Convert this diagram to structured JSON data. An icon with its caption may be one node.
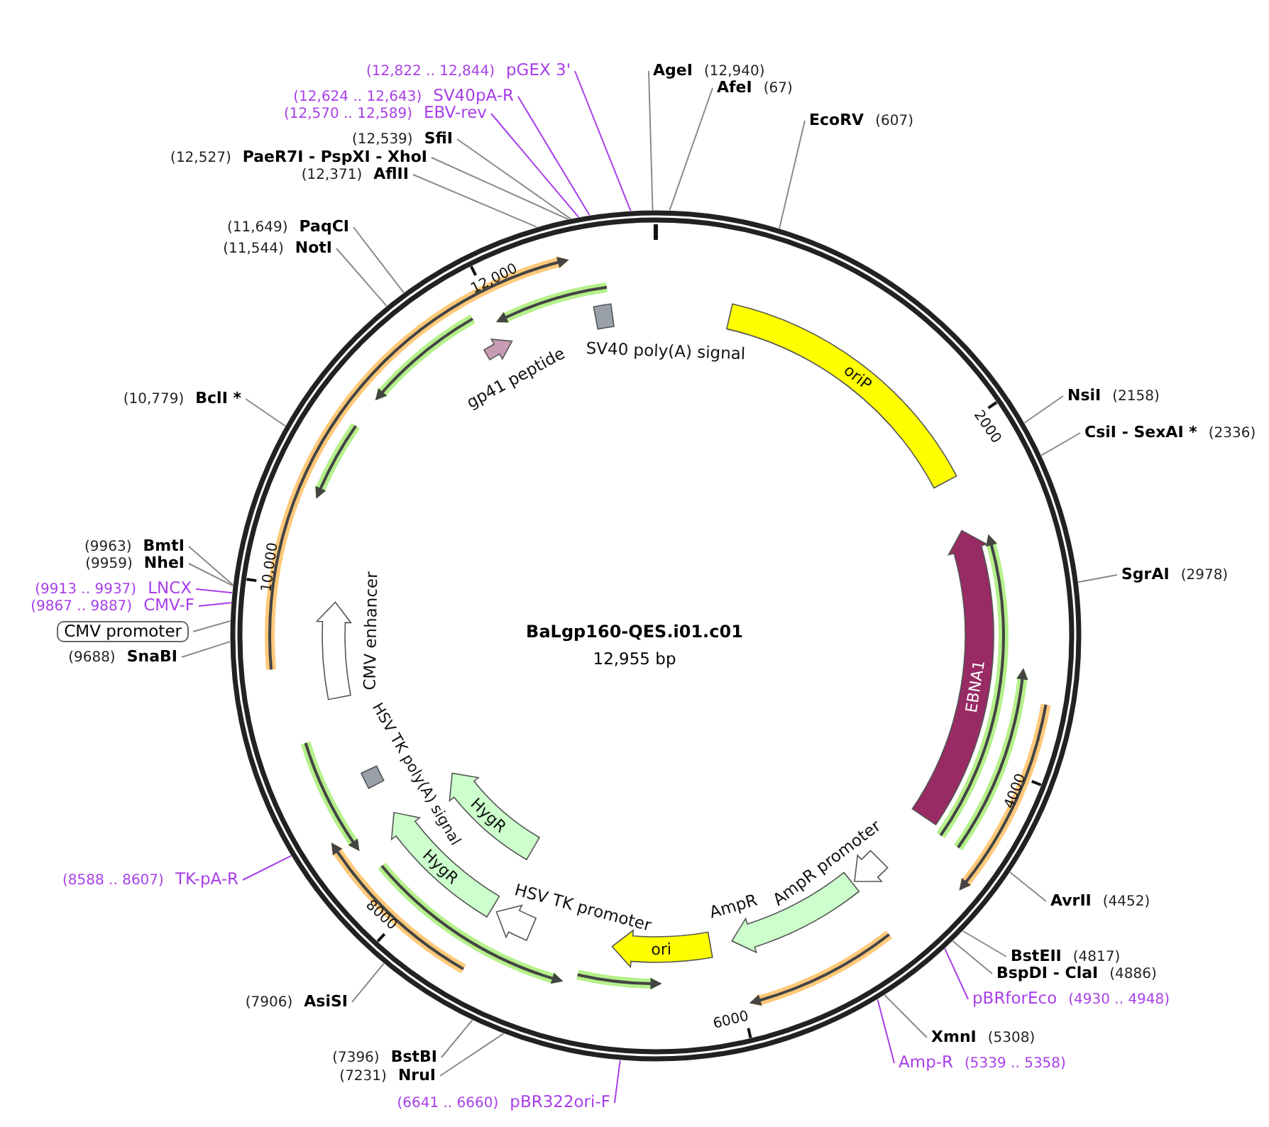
{
  "diagram": {
    "title": "BaLgp160-QES.i01.c01",
    "caption": "12,955 bp",
    "nodes": [
      {
        "text": [],
        "shape": "circle"
      },
      {
        "text": [
          "(12,822 .. 12,844)",
          "pGEX 3'"
        ]
      },
      {
        "text": [
          "AgeI",
          "(12,940)"
        ]
      },
      {
        "text": [
          "AfeI",
          "(67)"
        ]
      },
      {
        "text": [
          "(12,624 .. 12,643)",
          "SV40pA-R"
        ]
      },
      {
        "text": [
          "(12,570 .. 12,589)",
          "EBV-rev"
        ]
      },
      {
        "text": [
          "EcoRV",
          "(607)"
        ]
      },
      {
        "text": [
          "(12,539)",
          "SfiI"
        ]
      },
      {
        "text": [
          "(12,527)",
          "PaeR7I - PspXI - XhoI"
        ]
      },
      {
        "text": [
          "(12,371)",
          "AflII"
        ]
      },
      {
        "text": [
          "(11,649)",
          "PaqCI"
        ]
      },
      {
        "text": [
          "(11,544)",
          "NotI"
        ]
      },
      {
        "text": [
          "NsiI",
          "(2158)"
        ]
      },
      {
        "text": [
          "CsiI - SexAI *",
          "(2336)"
        ]
      },
      {
        "text": [
          "(10,779)",
          "BclI *"
        ]
      },
      {
        "text": [
          "(9963)",
          "BmtI"
        ]
      },
      {
        "text": [
          "(9959)",
          "NheI"
        ]
      },
      {
        "text": [
          "SgrAI",
          "(2978)"
        ]
      },
      {
        "text": [
          "(9913 .. 9937)",
          "LNCX"
        ]
      },
      {
        "text": [
          "(9867 .. 9887)",
          "CMV-F"
        ]
      },
      {
        "text": [
          "CMV promoter"
        ]
      },
      {
        "text": [
          "(9688)",
          "SnaBI"
        ]
      },
      {
        "text": [
          "(8588 .. 8607)",
          "TK-pA-R"
        ]
      },
      {
        "text": [
          "AvrII",
          "(4452)"
        ]
      },
      {
        "text": [
          "BstEII",
          "(4817)"
        ]
      },
      {
        "text": [
          "BspDI - ClaI",
          "(4886)"
        ]
      },
      {
        "text": [
          "pBRforEco",
          "(4930 .. 4948)"
        ]
      },
      {
        "text": [
          "(7906)",
          "AsiSI"
        ]
      },
      {
        "text": [
          "XmnI",
          "(5308)"
        ]
      },
      {
        "text": [
          "Amp-R",
          "(5339 .. 5358)"
        ]
      },
      {
        "text": [
          "(7396)",
          "BstBI"
        ]
      },
      {
        "text": [
          "(7231)",
          "NruI"
        ]
      },
      {
        "text": [
          "(6641 .. 6660)",
          "pBR322ori-F"
        ]
      },
      {
        "text": [
          "SV40 poly(A) signal"
        ],
        "in": 0
      },
      {
        "text": [
          "oriP"
        ],
        "in": 0
      },
      {
        "text": [
          "gp41 peptide"
        ],
        "in": 0
      },
      {
        "text": [
          "EBNA1"
        ],
        "in": 0
      },
      {
        "text": [
          "CMV enhancer"
        ],
        "in": 0
      },
      {
        "text": [
          "HSV TK poly(A) signal"
        ],
        "in": 0
      },
      {
        "text": [
          "HygR"
        ],
        "in": 0
      },
      {
        "text": [
          "HygR"
        ],
        "in": 0
      },
      {
        "text": [
          "AmpR promoter"
        ],
        "in": 0
      },
      {
        "text": [
          "AmpR"
        ],
        "in": 0
      },
      {
        "text": [
          "HSV TK promoter"
        ],
        "in": 0
      },
      {
        "text": [
          "ori"
        ],
        "in": 0
      }
    ],
    "edges": [
      {
        "from": 1,
        "to": 0,
        "arrow": "none",
        "color": "#a83ee8"
      },
      {
        "from": 2,
        "to": 0,
        "arrow": "none"
      },
      {
        "from": 3,
        "to": 0,
        "arrow": "none"
      },
      {
        "from": 4,
        "to": 0,
        "arrow": "none",
        "color": "#a83ee8"
      },
      {
        "from": 5,
        "to": 0,
        "arrow": "none",
        "color": "#a83ee8"
      },
      {
        "from": 6,
        "to": 0,
        "arrow": "none"
      },
      {
        "from": 7,
        "to": 0,
        "arrow": "none"
      },
      {
        "from": 8,
        "to": 0,
        "arrow": "none"
      },
      {
        "from": 9,
        "to": 0,
        "arrow": "none"
      },
      {
        "from": 10,
        "to": 0,
        "arrow": "none"
      },
      {
        "from": 11,
        "to": 0,
        "arrow": "none"
      },
      {
        "from": 12,
        "to": 0,
        "arrow": "none"
      },
      {
        "from": 13,
        "to": 0,
        "arrow": "none"
      },
      {
        "from": 14,
        "to": 0,
        "arrow": "none"
      },
      {
        "from": 15,
        "to": 0,
        "arrow": "none"
      },
      {
        "from": 16,
        "to": 0,
        "arrow": "none"
      },
      {
        "from": 17,
        "to": 0,
        "arrow": "none"
      },
      {
        "from": 18,
        "to": 0,
        "arrow": "none",
        "color": "#a83ee8"
      },
      {
        "from": 19,
        "to": 0,
        "arrow": "none",
        "color": "#a83ee8"
      },
      {
        "from": 20,
        "to": 0,
        "arrow": "none"
      },
      {
        "from": 21,
        "to": 0,
        "arrow": "none"
      },
      {
        "from": 22,
        "to": 0,
        "arrow": "none",
        "color": "#a83ee8"
      },
      {
        "from": 23,
        "to": 0,
        "arrow": "none"
      },
      {
        "from": 24,
        "to": 0,
        "arrow": "none"
      },
      {
        "from": 25,
        "to": 0,
        "arrow": "none"
      },
      {
        "from": 26,
        "to": 0,
        "arrow": "none",
        "color": "#a83ee8"
      },
      {
        "from": 27,
        "to": 0,
        "arrow": "none"
      },
      {
        "from": 28,
        "to": 0,
        "arrow": "none"
      },
      {
        "from": 29,
        "to": 0,
        "arrow": "none",
        "color": "#a83ee8"
      },
      {
        "from": 30,
        "to": 0,
        "arrow": "none"
      },
      {
        "from": 31,
        "to": 0,
        "arrow": "none"
      },
      {
        "from": 32,
        "to": 0,
        "arrow": "none",
        "color": "#a83ee8"
      }
    ],
    "labels": [
      "2000",
      "4000",
      "6000",
      "8000",
      "10,000",
      "12,000"
    ]
  }
}
